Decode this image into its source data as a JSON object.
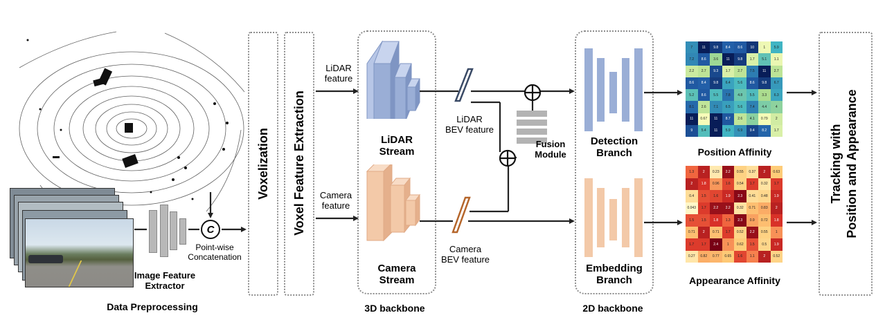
{
  "preprocessing": {
    "image_feature_extractor": "Image Feature\nExtractor",
    "concat_symbol": "C",
    "concat_label": "Point-wise\nConcatenation",
    "section_label": "Data Preprocessing"
  },
  "voxelization": "Voxelization",
  "voxel_feature_extraction": "Voxel Feature Extraction",
  "backbone3d": {
    "lidar_feature": "LiDAR\nfeature",
    "camera_feature": "Camera\nfeature",
    "lidar_stream": "LiDAR\nStream",
    "camera_stream": "Camera\nStream",
    "section_label": "3D backbone"
  },
  "bev": {
    "lidar_bev": "LiDAR\nBEV feature",
    "camera_bev": "Camera\nBEV feature",
    "fusion_module": "Fusion\nModule"
  },
  "backbone2d": {
    "detection_branch": "Detection\nBranch",
    "embedding_branch": "Embedding\nBranch",
    "section_label": "2D backbone"
  },
  "affinity": {
    "position_label": "Position Affinity",
    "appearance_label": "Appearance Affinity",
    "position_values": [
      [
        "7",
        "11",
        "9.8",
        "8.4",
        "8.6",
        "10",
        "1",
        "5.9"
      ],
      [
        "7.2",
        "8.6",
        "3.6",
        "11",
        "9.8",
        "1.7",
        "5.1",
        "1.1"
      ],
      [
        "2.2",
        "2.7",
        "9.3",
        "1.7",
        "2.7",
        "7.5",
        "11",
        "2.7"
      ],
      [
        "8.6",
        "8.4",
        "9.8",
        "6.4",
        "5.6",
        "8.6",
        "9.8",
        "6.7"
      ],
      [
        "5.2",
        "8.6",
        "5.5",
        "7.8",
        "4.8",
        "5.5",
        "3.3",
        "6.3"
      ],
      [
        "8.1",
        "2.6",
        "7.1",
        "6.5",
        "5.6",
        "7.4",
        "4.4",
        "4"
      ],
      [
        "11",
        "0.67",
        "11",
        "8.7",
        "2.6",
        "4.1",
        "0.79",
        "2"
      ],
      [
        "9",
        "5.4",
        "11",
        "5.9",
        "6.9",
        "9.4",
        "8.2",
        "1.7"
      ]
    ],
    "appearance_values": [
      [
        "1.3",
        "2",
        "0.23",
        "2.2",
        "0.55",
        "0.37",
        "2",
        "0.63"
      ],
      [
        "2",
        "1.8",
        "0.96",
        "1.6",
        "0.54",
        "1.7",
        "0.32",
        "1.7"
      ],
      [
        "0.4",
        "1.5",
        "1.6",
        "1.9",
        "2.3",
        "0.41",
        "0.48",
        "1.9"
      ],
      [
        "0.043",
        "1.7",
        "2.2",
        "2.2",
        "0.32",
        "0.71",
        "0.83",
        "2"
      ],
      [
        "1.5",
        "1.5",
        "1.8",
        "1.3",
        "2.3",
        "0.9",
        "0.72",
        "1.8"
      ],
      [
        "0.71",
        "2",
        "0.71",
        "1.7",
        "0.52",
        "2.2",
        "0.55",
        "1"
      ],
      [
        "1.7",
        "1.7",
        "2.4",
        "1",
        "0.62",
        "1.5",
        "0.5",
        "1.9"
      ],
      [
        "0.27",
        "0.82",
        "0.77",
        "0.65",
        "1.6",
        "1.1",
        "2",
        "0.52"
      ]
    ]
  },
  "tracking": "Tracking with\nPosition and Appearance",
  "colors": {
    "lidar_blue": "#9aaed6",
    "camera_peach": "#f3c9a8",
    "box_border": "#8c8c8c",
    "bev_lidar_edge": "#3a4a66",
    "bev_camera_edge": "#b5652a"
  }
}
